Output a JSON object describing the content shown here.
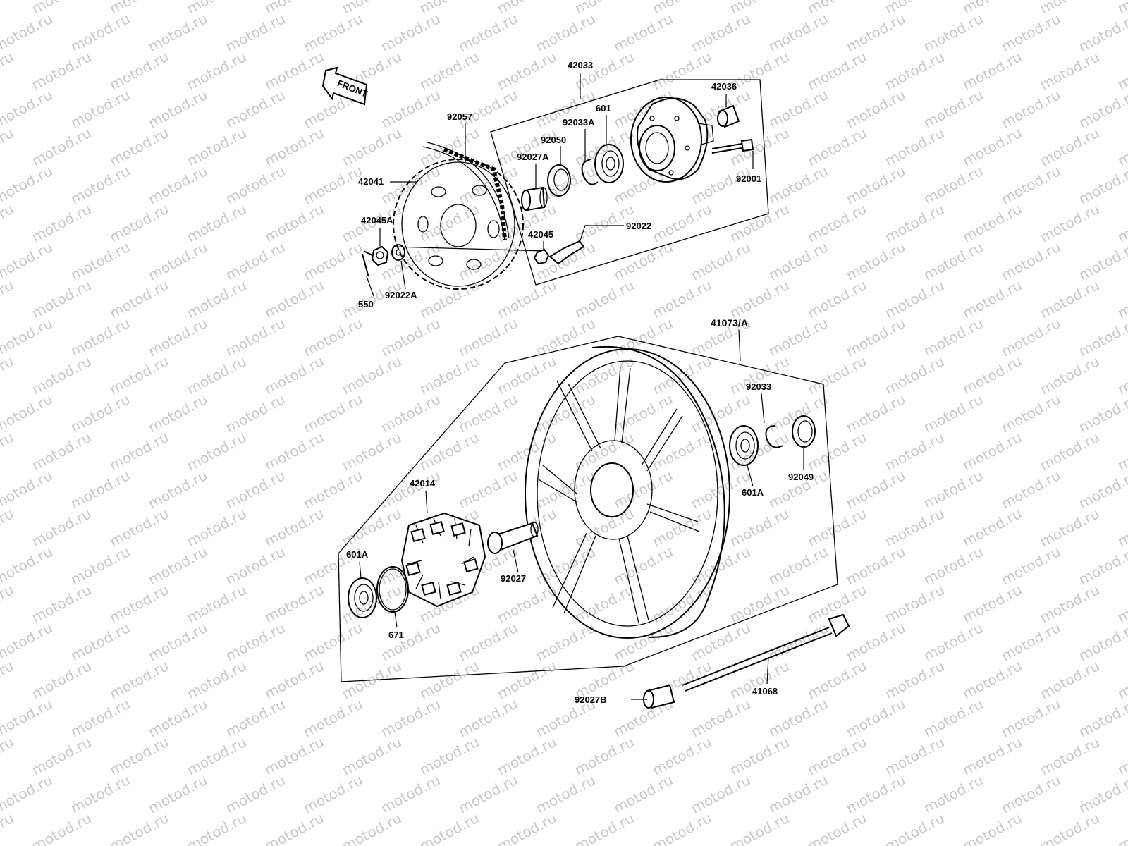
{
  "front_arrow": {
    "text": "FRONT"
  },
  "watermark": {
    "text": "motod.ru"
  },
  "parts": {
    "p42033": "42033",
    "p42036": "42036",
    "p92057": "92057",
    "p601": "601",
    "p92033A": "92033A",
    "p92050": "92050",
    "p92027A": "92027A",
    "p42041": "42041",
    "p92001": "92001",
    "p42045A": "42045A",
    "p42045": "42045",
    "p92022": "92022",
    "p550": "550",
    "p92022A": "92022A",
    "p41073A": "41073/A",
    "p92033": "92033",
    "p92049": "92049",
    "p601A_right": "601A",
    "p42014": "42014",
    "p601A_left": "601A",
    "p92027": "92027",
    "p671": "671",
    "p92027B": "92027B",
    "p41068": "41068"
  }
}
